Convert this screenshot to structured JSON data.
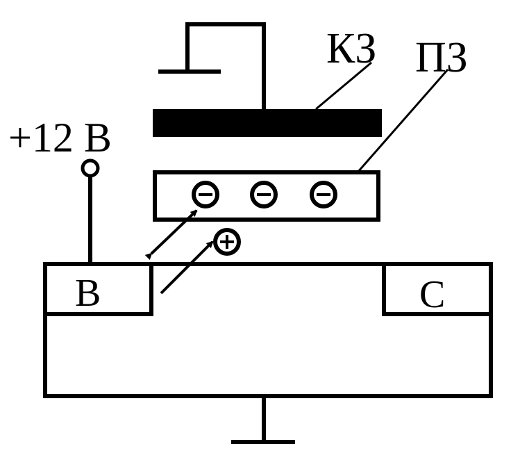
{
  "labels": {
    "control_gate": "КЗ",
    "floating_gate": "ПЗ",
    "voltage": "+12 В",
    "source": "В",
    "drain": "С",
    "electron_sign": "−",
    "hole_sign": "+"
  },
  "colors": {
    "ink": "#000000",
    "paper": "#ffffff"
  }
}
